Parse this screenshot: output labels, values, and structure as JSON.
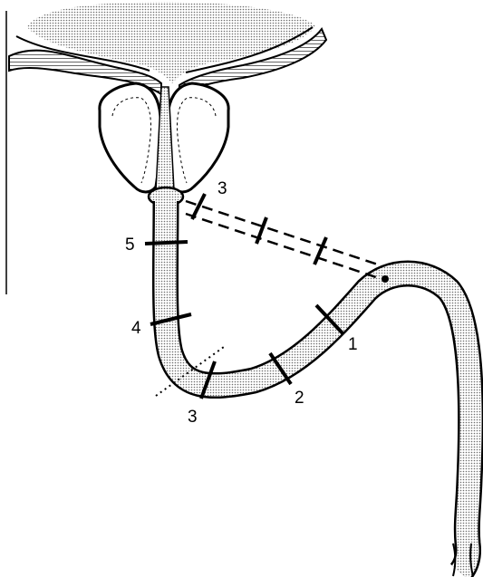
{
  "diagram": {
    "labels": {
      "site_1": "1",
      "site_2": "2",
      "site_3_lower": "3",
      "site_3_upper": "3",
      "site_4": "4",
      "site_5": "5"
    },
    "colors": {
      "ink": "#000000",
      "stipple": "#a8a8a8",
      "paper": "#ffffff"
    }
  }
}
